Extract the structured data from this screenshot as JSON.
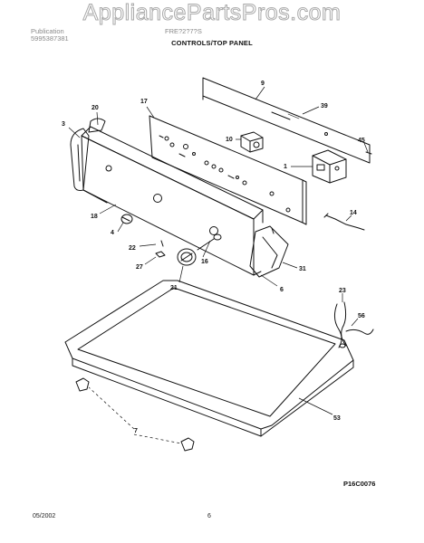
{
  "watermark": "AppliancePartsPros.com",
  "header": {
    "left_line1": "Publication",
    "left_line2": "5995387381",
    "model": "FRE?2?7?S",
    "section_title": "CONTROLS/TOP PANEL"
  },
  "diagram": {
    "callouts": [
      "9",
      "17",
      "39",
      "20",
      "10",
      "3",
      "45",
      "1",
      "18",
      "14",
      "4",
      "22",
      "16",
      "27",
      "31",
      "21",
      "6",
      "23",
      "56",
      "53",
      "7"
    ],
    "code": "P16C0076"
  },
  "footer": {
    "date": "05/2002",
    "page": "6"
  }
}
